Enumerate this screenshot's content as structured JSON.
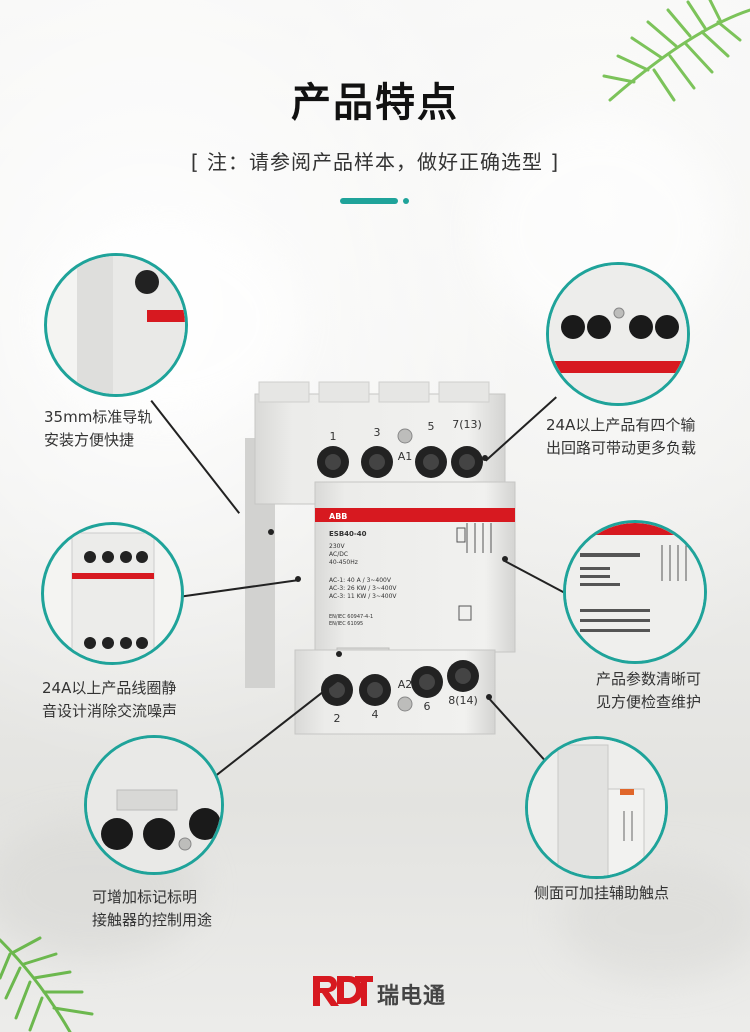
{
  "header": {
    "title": "产品特点",
    "subtitle": "[ 注：请参阅产品样本，做好正确选型 ]"
  },
  "product": {
    "terminals_top": [
      "1",
      "3",
      "A1",
      "5",
      "7(13)"
    ],
    "terminals_bottom": [
      "2",
      "4",
      "A2",
      "6",
      "8(14)"
    ],
    "model": "ESB40-40",
    "brand": "ABB",
    "specs": [
      "230V",
      "AC/DC",
      "40-450Hz"
    ],
    "ratings": [
      "AC-1:  40 A  / 3~400V",
      "AC-3:  26 KW / 3~400V",
      "AC-3:  11 KW / 3~400V"
    ],
    "standards": [
      "EN/IEC 60947-4-1",
      "EN/IEC 61095"
    ]
  },
  "features": {
    "rail": "35mm标准导轨\n安装方便快捷",
    "coil": "24A以上产品线圈静\n音设计消除交流噪声",
    "label": "可增加标记标明\n接触器的控制用途",
    "outputs": "24A以上产品有四个输\n出回路可带动更多负载",
    "params": "产品参数清晰可\n见方便检查维护",
    "aux": "侧面可加挂辅助触点"
  },
  "logo": {
    "mark": "RDT",
    "name": "瑞电通"
  },
  "colors": {
    "accent": "#1fa39a",
    "brand_red": "#d71920",
    "housing": "#e9e9e7"
  }
}
